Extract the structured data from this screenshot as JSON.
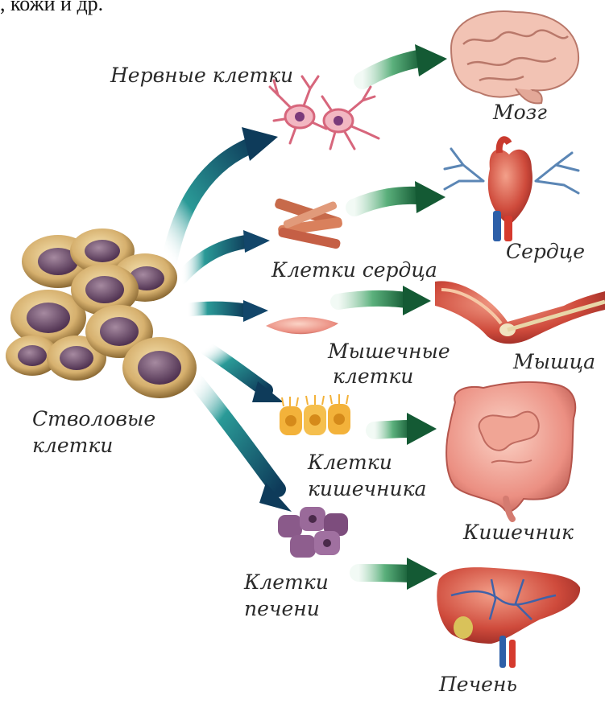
{
  "header_fragment": ", кожи и др.",
  "colors": {
    "arrow_teal_start": "#1f8a8c",
    "arrow_navy_end": "#0e3b5a",
    "arrow_green_start": "#d9efe2",
    "arrow_green_end": "#1e6b3e",
    "stem_cell_body": "#c9a46a",
    "stem_cell_nucleus": "#6e4a6e",
    "organ_red": "#c8463a"
  },
  "source": {
    "label_line1": "Стволовые",
    "label_line2": "клетки"
  },
  "cells": {
    "nerve": "Нервные клетки",
    "heart_line1": "Клетки сердца",
    "muscle_line1": "Мышечные",
    "muscle_line2": "клетки",
    "intestine_line1": "Клетки",
    "intestine_line2": "кишечника",
    "liver_line1": "Клетки",
    "liver_line2": "печени"
  },
  "organs": {
    "brain": "Мозг",
    "heart": "Сердце",
    "muscle": "Мышца",
    "intestine": "Кишечник",
    "liver": "Печень"
  }
}
